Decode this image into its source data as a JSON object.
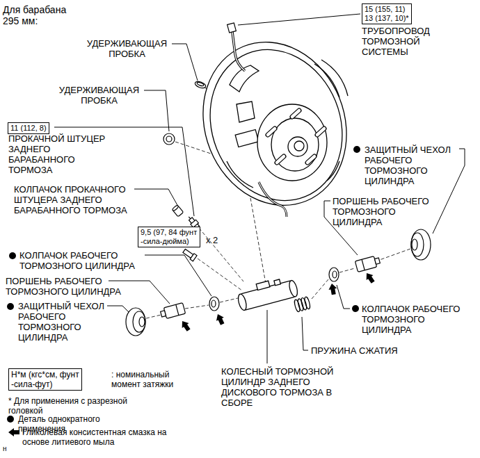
{
  "diagram": {
    "title": "Для барабана 295 мм:",
    "nodes": [
      {
        "text": [
          "15 (155, 11)",
          "13 (137, 10)*"
        ]
      },
      {
        "text": [
          "11 (112, 8)"
        ]
      },
      {
        "text": [
          "9,5 (97, 84 фунт -сила-дюйма)"
        ]
      },
      {
        "text": [
          "Н*м (кгс*см, фунт -сила-фут)"
        ]
      }
    ],
    "labels": [
      "УДЕРЖИВАЮЩАЯ ПРОБКА",
      "ТРУБОПРОВОД ТОРМОЗНОЙ СИСТЕМЫ",
      "УДЕРЖИВАЮЩАЯ ПРОБКА",
      "ПРОКАЧНОЙ ШТУЦЕР ЗАДНЕГО БАРАБАННОГО ТОРМОЗА",
      "ЗАЩИТНЫЙ ЧЕХОЛ РАБОЧЕГО ТОРМОЗНОГО ЦИЛИНДРА",
      "КОЛПАЧОК ПРОКАЧНОГО ШТУЦЕРА ЗАДНЕГО БАРАБАННОГО ТОРМОЗА",
      "ПОРШЕНЬ РАБОЧЕГО ТОРМОЗНОГО ЦИЛИНДРА",
      "x 2",
      "КОЛПАЧОК РАБОЧЕГО ТОРМОЗНОГО ЦИЛИНДРА",
      "ПОРШЕНЬ РАБОЧЕГО ТОРМОЗНОГО ЦИЛИНДРА",
      "КОЛПАЧОК РАБОЧЕГО ТОРМОЗНОГО ЦИЛИНДРА",
      "ЗАЩИТНЫЙ ЧЕХОЛ РАБОЧЕГО ТОРМОЗНОГО ЦИЛИНДРА",
      "ПРУЖИНА СЖАТИЯ",
      "КОЛЕСНЫЙ ТОРМОЗНОЙ ЦИЛИНДР ЗАДНЕГО ДИСКОВОГО ТОРМОЗА В СБОРЕ",
      "* Для применения с разрезной головкой",
      "н"
    ],
    "legend": [
      {
        "text": ": номинальный момент затяжки"
      },
      {
        "text": "Деталь однократного применения"
      },
      {
        "text": "Гликолевая консистентная смазка на основе литиевого мыла"
      }
    ]
  }
}
